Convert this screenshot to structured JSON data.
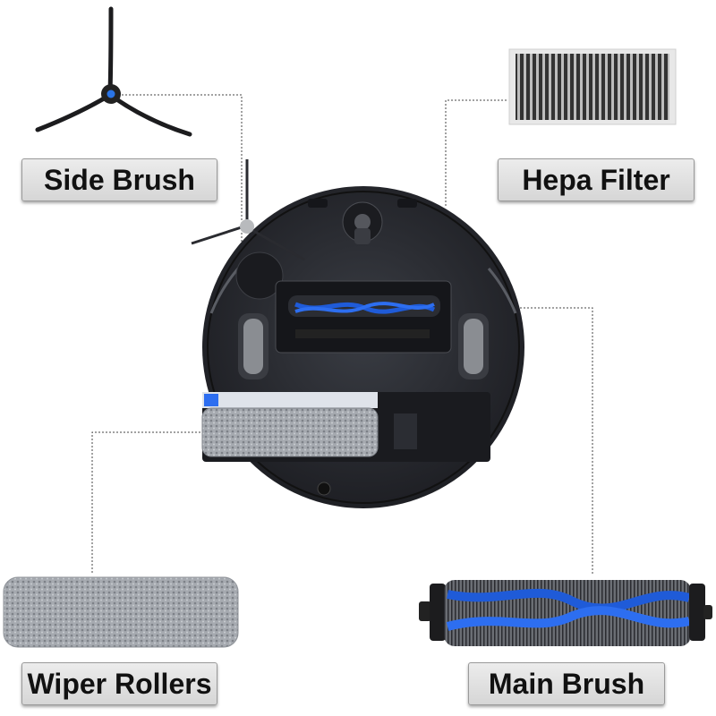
{
  "labels": {
    "side_brush": "Side Brush",
    "hepa_filter": "Hepa Filter",
    "wiper_rollers": "Wiper Rollers",
    "main_brush": "Main Brush"
  },
  "colors": {
    "background": "#ffffff",
    "label_fill": "#dcdcdc",
    "robot_body": "#2b2d33",
    "accent_blue": "#1f5bd8"
  },
  "icons": [
    "side-brush-icon",
    "hepa-filter-icon",
    "robot-vacuum-icon",
    "wiper-roller-icon",
    "main-brush-icon"
  ]
}
